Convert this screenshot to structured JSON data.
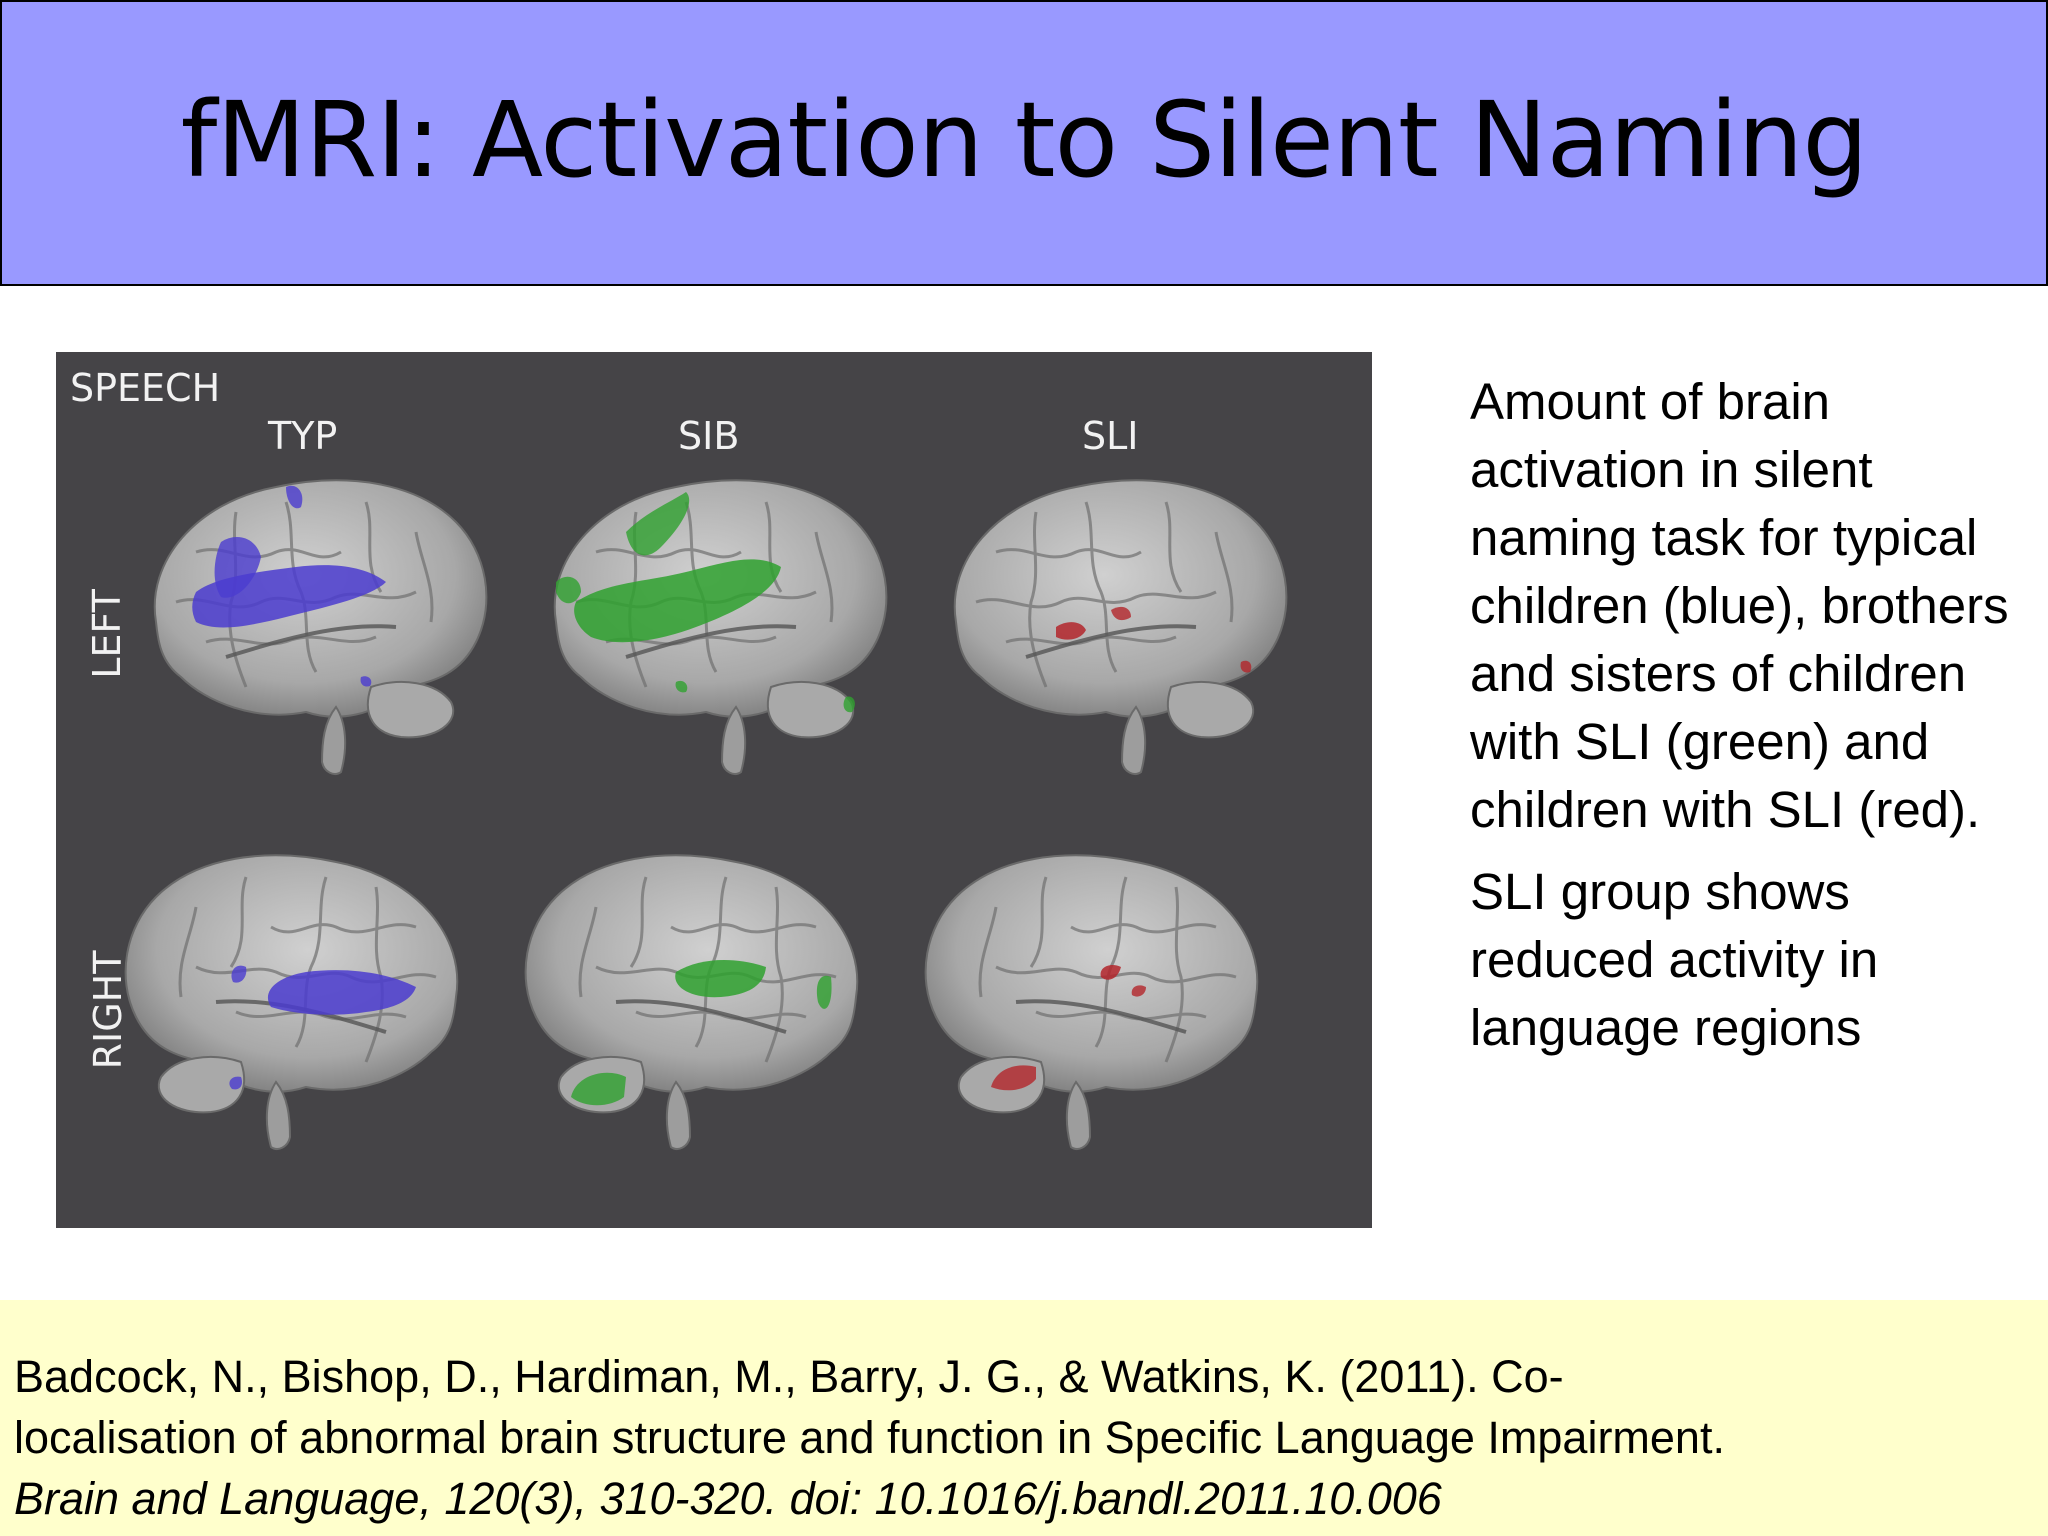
{
  "slide": {
    "title": "fMRI: Activation to Silent Naming"
  },
  "figure": {
    "panel_label": "SPEECH",
    "column_labels": [
      "TYP",
      "SIB",
      "SLI"
    ],
    "row_labels": [
      "LEFT",
      "RIGHT"
    ],
    "colors": {
      "background": "#454447",
      "brain": "#b9b9b9",
      "typ": "#4b3ccf",
      "sib": "#2fa12f",
      "sli": "#b3262b"
    }
  },
  "description": {
    "paragraph1": "Amount of brain activation in silent naming task for typical children (blue), brothers and sisters of children with SLI (green) and children with SLI (red).",
    "paragraph2": "SLI group shows reduced activity in language regions"
  },
  "citation": {
    "line1": "Badcock, N., Bishop, D., Hardiman, M., Barry, J. G., & Watkins, K. (2011). Co-",
    "line2": "localisation of abnormal brain structure and function in Specific Language Impairment.",
    "line3": "Brain and Language, 120(3), 310-320. doi: 10.1016/j.bandl.2011.10.006"
  }
}
